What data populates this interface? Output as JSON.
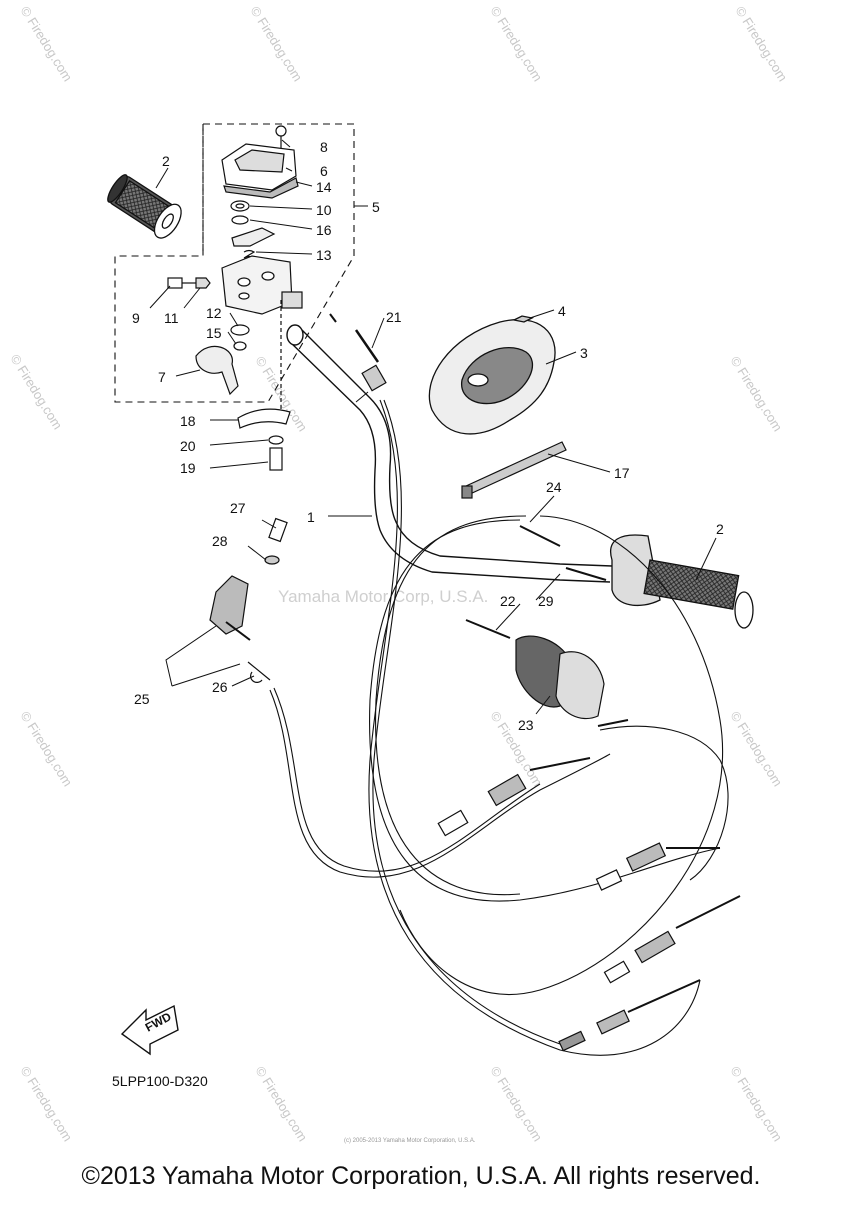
{
  "watermark_text": "© Firedog.com",
  "center_watermark": "Yamaha Motor Corp, U.S.A.",
  "diagram_code": "5LPP100-D320",
  "fwd_label": "FWD",
  "fine_print": "(c) 2005-2013 Yamaha Motor Corporation, U.S.A.",
  "footer": "©2013 Yamaha Motor Corporation, U.S.A. All rights reserved.",
  "callouts": {
    "c1": "1",
    "c2a": "2",
    "c2b": "2",
    "c3": "3",
    "c4": "4",
    "c5": "5",
    "c6": "6",
    "c7": "7",
    "c8": "8",
    "c9": "9",
    "c10": "10",
    "c11": "11",
    "c12": "12",
    "c13": "13",
    "c14": "14",
    "c15": "15",
    "c16": "16",
    "c17": "17",
    "c18": "18",
    "c19": "19",
    "c20": "20",
    "c21": "21",
    "c22": "22",
    "c23": "23",
    "c24": "24",
    "c25": "25",
    "c26": "26",
    "c27": "27",
    "c28": "28",
    "c29": "29"
  }
}
